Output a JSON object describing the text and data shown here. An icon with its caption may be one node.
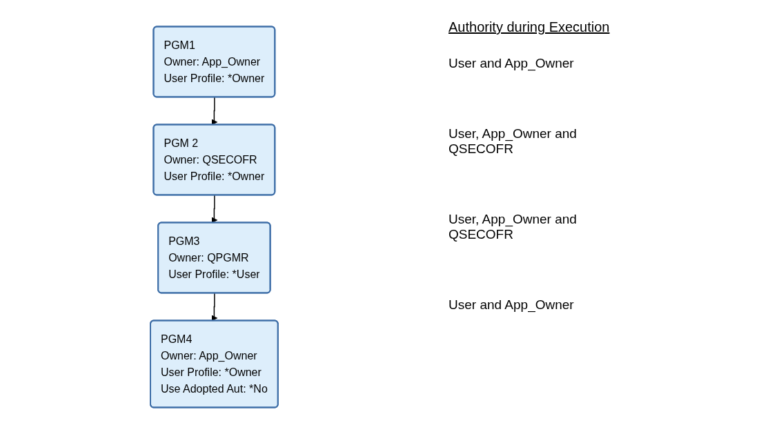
{
  "diagram": {
    "nodes": [
      {
        "text": [
          "PGM1",
          "Owner: App_Owner",
          "User Profile: *Owner"
        ]
      },
      {
        "text": [
          "PGM 2",
          "Owner: QSECOFR",
          "User Profile: *Owner"
        ]
      },
      {
        "text": [
          "PGM3",
          "Owner: QPGMR",
          "User Profile: *User"
        ]
      },
      {
        "text": [
          "PGM4",
          "Owner: App_Owner",
          "User Profile: *Owner",
          "Use Adopted Aut: *No"
        ]
      }
    ],
    "edges": [
      {
        "from": 0,
        "to": 1,
        "arrow": "to"
      },
      {
        "from": 1,
        "to": 2,
        "arrow": "to"
      },
      {
        "from": 2,
        "to": 3,
        "arrow": "to"
      }
    ],
    "labels": [
      "Authority during Execution",
      "User and App_Owner",
      "User, App_Owner and QSECOFR",
      "User, App_Owner and QSECOFR",
      "User and App_Owner"
    ]
  }
}
